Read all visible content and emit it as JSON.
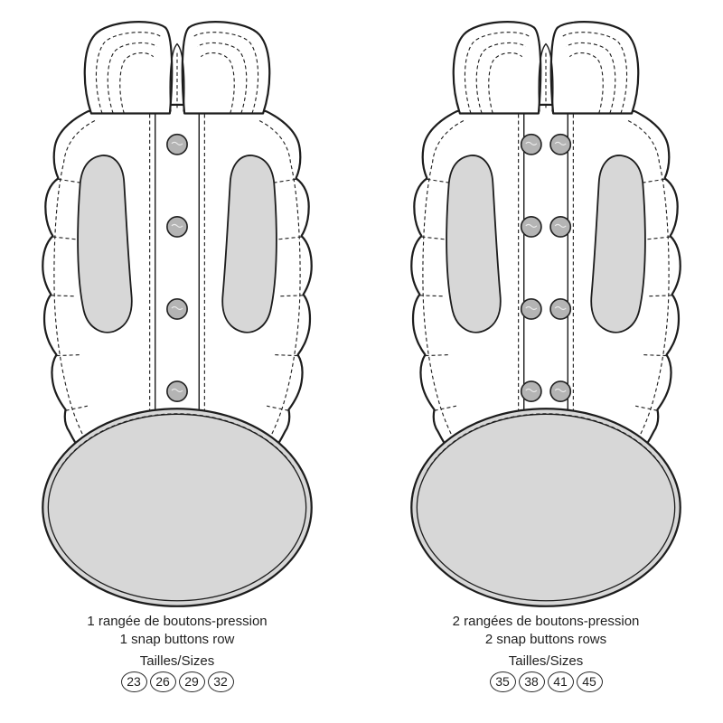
{
  "colors": {
    "line": "#1d1d1d",
    "panel": "#d7d7d7",
    "button": "#b4b4b4",
    "bg": "#ffffff",
    "ellipse": "#d7d7d7"
  },
  "figures": {
    "left": {
      "caption_fr": "1 rangée de boutons-pression",
      "caption_en": "1 snap buttons row",
      "sizes_label": "Tailles/Sizes",
      "sizes": [
        "23",
        "26",
        "29",
        "32"
      ],
      "snap_button_rows": 1
    },
    "right": {
      "caption_fr": "2 rangées de boutons-pression",
      "caption_en": "2 snap buttons rows",
      "sizes_label": "Tailles/Sizes",
      "sizes": [
        "35",
        "38",
        "41",
        "45"
      ],
      "snap_button_rows": 2
    }
  }
}
